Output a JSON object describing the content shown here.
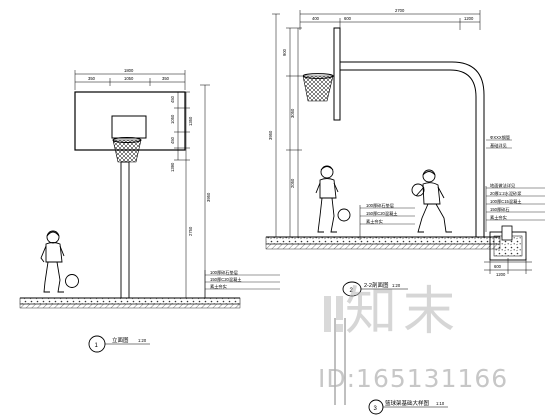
{
  "drawing": {
    "left_view": {
      "dimensions_top": [
        "1800",
        "350",
        "1050",
        "350"
      ],
      "dimensions_right": [
        "450",
        "1050",
        "450",
        "1350",
        "3950",
        "2750",
        "1390"
      ],
      "callouts": [
        "100厚碎石垫层",
        "150厚C20混凝土",
        "素土夯实"
      ],
      "caption_number": "1",
      "caption_text": "立面图",
      "caption_scale": "1:20"
    },
    "right_view": {
      "dimensions_top": [
        "400",
        "2700",
        "600",
        "1200"
      ],
      "dimensions_left": [
        "900",
        "3050",
        "2050"
      ],
      "dimension_far_left": "3950",
      "callouts_left": [
        "100厚碎石垫层",
        "150厚C20混凝土",
        "素土夯实"
      ],
      "callouts_right": [
        "ΦXXX钢管",
        "基础详见"
      ],
      "callouts_base": [
        "地面做法详见",
        "20厚1:2水泥砂浆",
        "100厚C15混凝土",
        "150厚碎石",
        "素土夯实"
      ],
      "dimensions_bottom": [
        "600",
        "1200"
      ],
      "section_number": "2",
      "section_label": "2-2剖面图",
      "section_scale": "1:20",
      "caption_number": "3",
      "caption_text": "篮球架基础大样图",
      "caption_scale": "1:10"
    }
  },
  "watermark": {
    "site_name": "知末",
    "id_text": "ID:165131166"
  }
}
